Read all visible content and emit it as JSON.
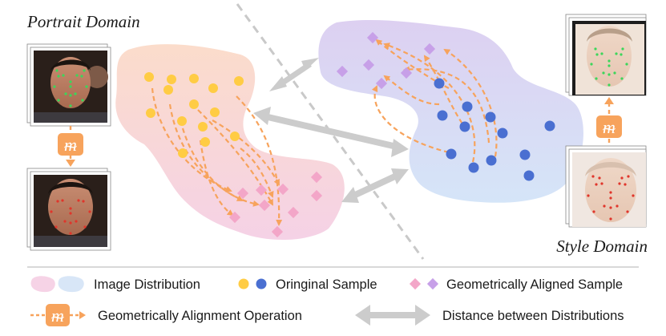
{
  "titles": {
    "portrait_domain": "Portrait Domain",
    "style_domain": "Style Domain"
  },
  "operator_symbol": "ᵯ",
  "legend": {
    "image_distribution": "Image Distribution",
    "original_sample": "Oringinal Sample",
    "aligned_sample": "Geometrically Aligned Sample",
    "alignment_operation": "Geometrically Alignment Operation",
    "distance": "Distance between Distributions"
  },
  "colors": {
    "portrait_blob_top": "#fbd9c9",
    "portrait_blob_bottom": "#f6d3e6",
    "style_blob_top": "#ddd2f2",
    "style_blob_bottom": "#d8e6f7",
    "original_portrait": "#ffcc44",
    "original_style": "#4a6fd1",
    "aligned_portrait": "#f3a6c8",
    "aligned_style": "#c7a0e8",
    "operation": "#f7a35c",
    "arrow_gray": "#cccccc",
    "landmark_green": "#3cd65a",
    "landmark_red": "#e0352b"
  }
}
